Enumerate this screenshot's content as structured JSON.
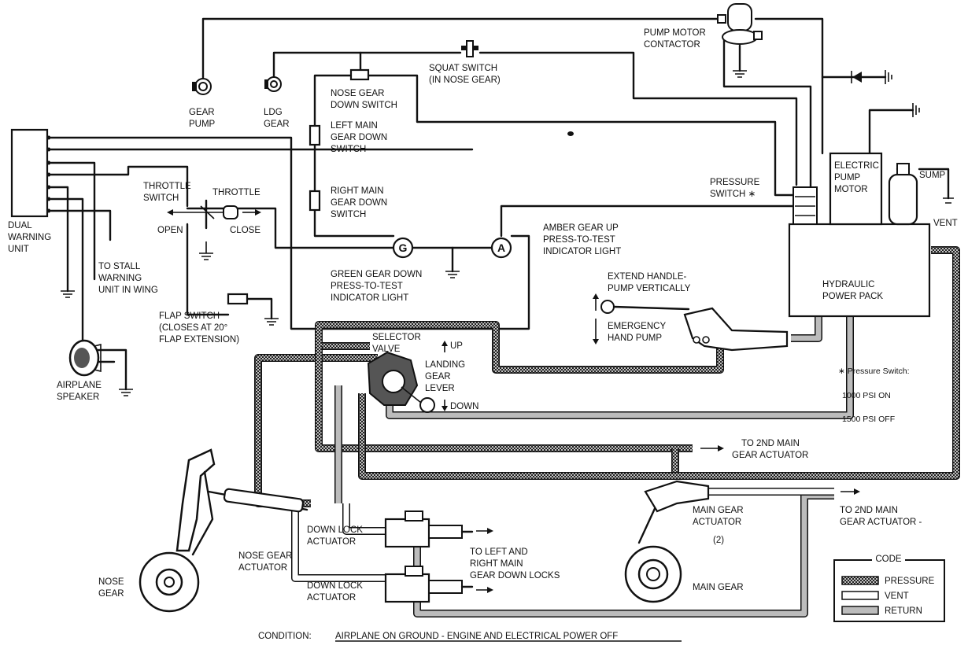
{
  "labels": {
    "gear_pump": [
      "GEAR",
      "PUMP"
    ],
    "ldg_gear": [
      "LDG",
      "GEAR"
    ],
    "squat_switch": [
      "SQUAT SWITCH",
      "(IN NOSE GEAR)"
    ],
    "pump_motor_contactor": [
      "PUMP MOTOR",
      "CONTACTOR"
    ],
    "nose_gear_down_switch": [
      "NOSE GEAR",
      "DOWN SWITCH"
    ],
    "left_main_down_switch": [
      "LEFT MAIN",
      "GEAR DOWN",
      "SWITCH"
    ],
    "right_main_down_switch": [
      "RIGHT MAIN",
      "GEAR DOWN",
      "SWITCH"
    ],
    "dual_warning_unit": [
      "DUAL",
      "WARNING",
      "UNIT"
    ],
    "throttle_switch": [
      "THROTTLE",
      "SWITCH"
    ],
    "throttle": "THROTTLE",
    "open": "OPEN",
    "close": "CLOSE",
    "to_stall": [
      "TO STALL",
      "WARNING",
      "UNIT IN WING"
    ],
    "green_light": [
      "GREEN GEAR DOWN",
      "PRESS-TO-TEST",
      "INDICATOR LIGHT"
    ],
    "amber_light": [
      "AMBER GEAR UP",
      "PRESS-TO-TEST",
      "INDICATOR LIGHT"
    ],
    "pressure_switch": [
      "PRESSURE",
      "SWITCH ∗"
    ],
    "electric_pump_motor": [
      "ELECTRIC",
      "PUMP",
      "MOTOR"
    ],
    "sump": "SUMP",
    "vent": "VENT",
    "hydraulic_power_pack": [
      "HYDRAULIC",
      "POWER PACK"
    ],
    "extend_handle": [
      "EXTEND HANDLE-",
      "PUMP VERTICALLY"
    ],
    "emergency_pump": [
      "EMERGENCY",
      "HAND PUMP"
    ],
    "flap_switch": [
      "FLAP SWITCH",
      "(CLOSES AT 20°",
      "FLAP EXTENSION)"
    ],
    "airplane_speaker": [
      "AIRPLANE",
      "SPEAKER"
    ],
    "selector_valve": [
      "SELECTOR",
      "VALVE"
    ],
    "up": "UP",
    "landing_gear_lever": [
      "LANDING",
      "GEAR",
      "LEVER"
    ],
    "down": "DOWN",
    "pressure_note": [
      "∗ Pressure Switch:",
      "1000 PSI ON",
      "1500 PSI OFF"
    ],
    "to_2nd_main_a": [
      "TO 2ND MAIN",
      "GEAR ACTUATOR"
    ],
    "to_2nd_main_b": [
      "TO 2ND MAIN",
      "GEAR ACTUATOR -"
    ],
    "down_lock_1": [
      "DOWN LOCK",
      "ACTUATOR"
    ],
    "down_lock_2": [
      "DOWN LOCK",
      "ACTUATOR"
    ],
    "to_left_right": [
      "TO LEFT AND",
      "RIGHT MAIN",
      "GEAR DOWN LOCKS"
    ],
    "main_gear_actuator": [
      "MAIN GEAR",
      "ACTUATOR",
      "(2)"
    ],
    "nose_gear_actuator": [
      "NOSE GEAR",
      "ACTUATOR"
    ],
    "nose_gear": [
      "NOSE",
      "GEAR"
    ],
    "main_gear": "MAIN GEAR",
    "light_g": "G",
    "light_a": "A"
  },
  "legend": {
    "title": "CODE",
    "items": [
      {
        "label": "PRESSURE",
        "style": "crosshatch"
      },
      {
        "label": "VENT",
        "style": "white"
      },
      {
        "label": "RETURN",
        "style": "gray"
      }
    ]
  },
  "condition": {
    "prefix": "CONDITION:",
    "text": "AIRPLANE ON GROUND - ENGINE AND ELECTRICAL POWER OFF"
  },
  "colors": {
    "ink": "#111111",
    "return": "#bcbcbc",
    "paper": "#ffffff"
  }
}
